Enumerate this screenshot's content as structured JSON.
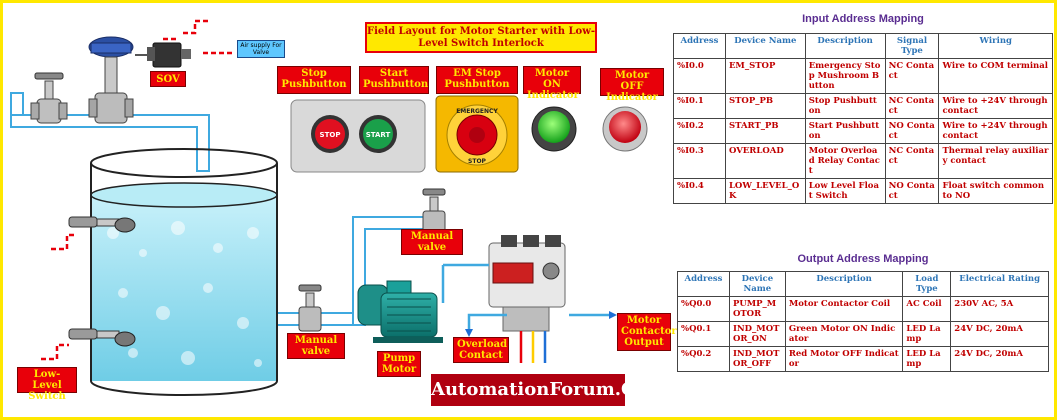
{
  "field": {
    "title": "Field Layout for Motor Starter with Low-Level Switch Interlock",
    "labels": {
      "sov": "SOV",
      "air_supply": "Air supply For Valve",
      "stop_pushbutton": "Stop Pushbutton",
      "start_pushbutton": "Start Pushbutton",
      "em_stop_pushbutton": "EM Stop Pushbutton",
      "motor_on_indicator": "Motor ON Indicator",
      "motor_off_indicator": "Motor OFF Indicator",
      "manual_valve_top": "Manual valve",
      "manual_valve_bottom": "Manual valve",
      "pump_motor": "Pump Motor",
      "overload_contact": "Overload Contact",
      "motor_contactor_output": "Motor Contactor Output",
      "low_level_switch": "Low-Level Switch"
    },
    "button_text": {
      "stop": "STOP",
      "start": "START",
      "emergency": "EMERGENCY",
      "emergency_stop": "STOP"
    },
    "brand": "AutomationForum.Co"
  },
  "input_mapping": {
    "title": "Input Address Mapping",
    "headers": [
      "Address",
      "Device Name",
      "Description",
      "Signal Type",
      "Wiring"
    ],
    "rows": [
      [
        "%I0.0",
        "EM_STOP",
        "Emergency Stop Mushroom Button",
        "NC Contact",
        "Wire to COM terminal"
      ],
      [
        "%I0.1",
        "STOP_PB",
        "Stop Pushbutton",
        "NC Contact",
        "Wire to +24V through contact"
      ],
      [
        "%I0.2",
        "START_PB",
        "Start Pushbutton",
        "NO Contact",
        "Wire to +24V through contact"
      ],
      [
        "%I0.3",
        "OVERLOAD",
        "Motor Overload Relay Contact",
        "NC Contact",
        "Thermal relay auxiliary contact"
      ],
      [
        "%I0.4",
        "LOW_LEVEL_OK",
        "Low Level Float Switch",
        "NO Contact",
        "Float switch common to NO"
      ]
    ]
  },
  "output_mapping": {
    "title": "Output Address Mapping",
    "headers": [
      "Address",
      "Device Name",
      "Description",
      "Load Type",
      "Electrical Rating"
    ],
    "rows": [
      [
        "%Q0.0",
        "PUMP_MOTOR",
        "Motor Contactor Coil",
        "AC Coil",
        "230V AC, 5A"
      ],
      [
        "%Q0.1",
        "IND_MOTOR_ON",
        "Green Motor ON Indicator",
        "LED Lamp",
        "24V DC, 20mA"
      ],
      [
        "%Q0.2",
        "IND_MOTOR_OFF",
        "Red Motor OFF Indicator",
        "LED Lamp",
        "24V DC, 20mA"
      ]
    ]
  },
  "colors": {
    "frame": "#ffe800",
    "label_bg": "#e8000a",
    "label_text": "#ffe800",
    "pipe": "#3fa9e0",
    "water": "#9ee3f2",
    "header_text": "#2e75b6",
    "cell_text": "#c00000",
    "table_title": "#5a2d91",
    "brand_bg": "#b00010"
  }
}
